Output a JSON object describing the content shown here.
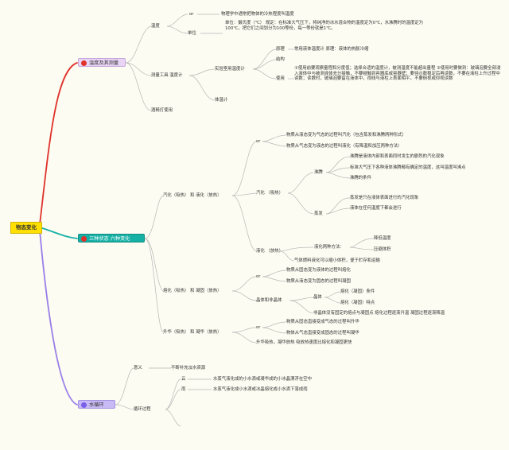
{
  "root": "物态变化",
  "colors": {
    "branch_red": "#e0302a",
    "branch_teal": "#16b0a5",
    "branch_purple": "#9a7ee8",
    "root_fill": "#ffe000",
    "link_gray": "#b0b0b0"
  },
  "branches": {
    "temp": {
      "label": "温度及其测量",
      "icon": "red-dot-icon",
      "wendu": "温度",
      "or_sym": "or",
      "wendu_def": "物理学中通常把物体的冷热程度叫温度",
      "unit": "单位",
      "unit_desc": "单位：摄氏度（℃） 规定：在标准大气压下，将纯净的冰水混合物的温度定为0℃，水沸腾时的温度定为100℃，把它们之间划分为100等份，每一等份就是1℃。",
      "measure": "测量工具 温度计",
      "lab_thermo": "实验室用温度计",
      "principle": "原理",
      "principle_desc": "常用液体温度计 原理：液体的热胀冷缩",
      "structure": "结构",
      "use": "使用",
      "use_desc": "①使用前要观察量程和分度值；选择合适的温度计，被测温度不能超出量程 ②使用时要做到：玻璃泡要全部浸入液体中与被测液体充分接触，不要碰触到容器底或容器壁；要待示数稳定后再读数，不要在液柱上升过程中读数；读数时，玻璃泡要留在液体中，视线与液柱上表面相平，不要俯视或仰视读数",
      "body_thermo": "体温计",
      "alcohol_lamp": "酒精灯使用"
    },
    "states": {
      "label": "三种状态 六种变化",
      "icon": "teal-dot-icon",
      "vap": "汽化（吸热） 和 液化（放热）",
      "or_sym": "or",
      "vap_def": "物质从液态变为气态的过程叫汽化（包含蒸发和沸腾两种形式）",
      "liq_def": "物质从气态变为液态的过程叫液化（有降温和加压两种方法）",
      "vap_kinds": "汽化 （吸热）",
      "boil": "沸腾",
      "boil_1": "沸腾是液体内部和表面同时发生的剧烈的汽化现象",
      "boil_2": "标准大气压下各种液体沸腾都有确定的温度，这叫温度叫沸点",
      "boil_3": "沸腾的条件",
      "evap": "蒸发",
      "evap_1": "蒸发是只在液体表面进行的汽化现象",
      "evap_2": "液体在任何温度下都会进行",
      "liq": "液化 （放热）",
      "liq_methods": "液化两种方法：",
      "liq_m1": "降低温度",
      "liq_m2": "压缩体积",
      "liq_note": "气体燃料液化可以缩小体积，便于贮存和运输",
      "melt": "熔化（吸热） 和 凝固（放热）",
      "or_sym2": "or",
      "melt_def": "物质从固态变为液体的过程叫熔化",
      "solid_def": "物质从液态变为固态的过程叫凝固",
      "crystal": "晶体和非晶体",
      "crystal_sub": "晶体",
      "crystal_1": "熔化（凝固）条件",
      "crystal_2": "熔化（凝固）特点",
      "noncrystal": "非晶体没有固定的熔点与凝固点 熔化过程逐渐升温 凝固过程逐渐降温",
      "subl": "升华（吸热） 和 凝华（放热）",
      "or_sym3": "or",
      "subl_def": "物质从固态直接变成气态的过程叫升华",
      "depo_def": "物体从气态直接变成固态的过程叫凝华",
      "subl_note": "升华吸热，凝华放热 吸放热速度比熔化和凝固更快"
    },
    "water": {
      "label": "水循环",
      "icon": "purple-dot-icon",
      "meaning": "意义",
      "meaning_desc": "不断补充淡水资源",
      "process": "循环过程",
      "cloud": "云",
      "cloud_desc": "水蒸气液化成的小水滴或凝华成的小冰晶漂浮在空中",
      "rain": "雨",
      "rain_desc": "水蒸气液化成小水滴或冰晶熔化成小水滴下落成雨"
    }
  }
}
